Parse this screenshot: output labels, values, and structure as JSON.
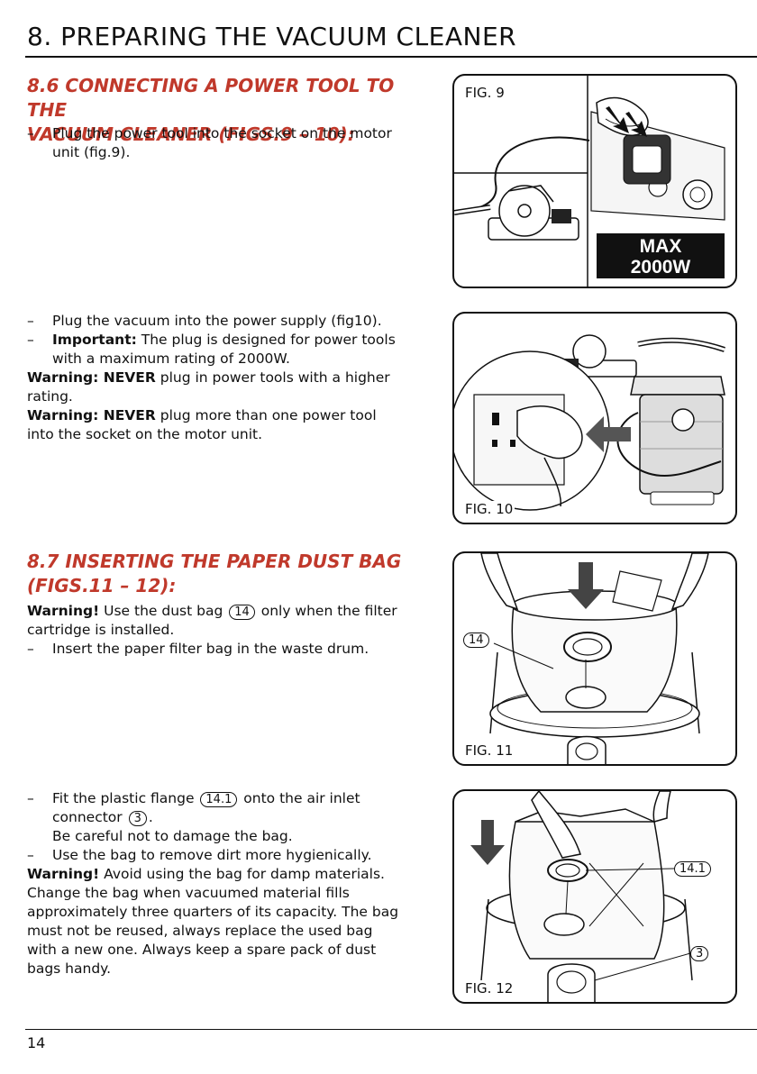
{
  "header": {
    "title": "8.   PREPARING THE VACUUM CLEANER"
  },
  "section_86": {
    "heading_line1": "8.6  CONNECTING A POWER TOOL TO THE",
    "heading_line2": "VACUUM CLEANER (FIGS.9 – 10):",
    "bullet1_line1": "Plug the power tool into the socket on the motor",
    "bullet1_line2": "unit (fig.9)."
  },
  "block_2": {
    "bullet1": "Plug the vacuum into the power supply (fig10).",
    "bullet2_bold": "Important:",
    "bullet2_text": " The plug is designed for power tools",
    "bullet2_line2": "with a maximum rating of 2000W.",
    "warning1_label": "Warning: NEVER",
    "warning1_text": " plug in power tools with a higher",
    "warning1_line2": "rating.",
    "warning2_label": "Warning: NEVER",
    "warning2_text": " plug more than one power tool",
    "warning2_line2": "into the socket on the motor unit."
  },
  "section_87": {
    "heading_line1": "8.7  INSERTING THE PAPER DUST BAG",
    "heading_line2": "(FIGS.11 – 12):",
    "warning_label": "Warning!",
    "warning_text_a": " Use the dust bag ",
    "ref_14": "14",
    "warning_text_b": " only when the filter",
    "warning_line2": "cartridge is installed.",
    "bullet1": "Insert the paper filter bag in the waste drum."
  },
  "block_4": {
    "bullet1_a": "Fit the plastic flange ",
    "ref_141": "14.1",
    "bullet1_b": " onto the air inlet",
    "bullet1_line2_a": "connector ",
    "ref_3": "3",
    "bullet1_line2_b": ".",
    "bullet1_line3": "Be careful not to damage the bag.",
    "bullet2": "Use the bag to remove dirt more hygienically.",
    "warning_label": "Warning!",
    "warning_text": " Avoid using the bag for damp materials.",
    "para_line1": "Change the bag when vacuumed material fills",
    "para_line2": "approximately three quarters of its capacity. The bag",
    "para_line3": "must not be reused, always replace the used bag",
    "para_line4": "with a new one. Always keep a spare pack of dust",
    "para_line5": "bags handy."
  },
  "figures": {
    "fig9_label": "FIG. 9",
    "fig9_badge_line1": "MAX",
    "fig9_badge_line2": "2000W",
    "fig10_label": "FIG. 10",
    "fig11_label": "FIG. 11",
    "fig11_callout": "14",
    "fig12_label": "FIG. 12",
    "fig12_callout_a": "14.1",
    "fig12_callout_b": "3"
  },
  "footer": {
    "page_number": "14"
  },
  "dash": "–"
}
